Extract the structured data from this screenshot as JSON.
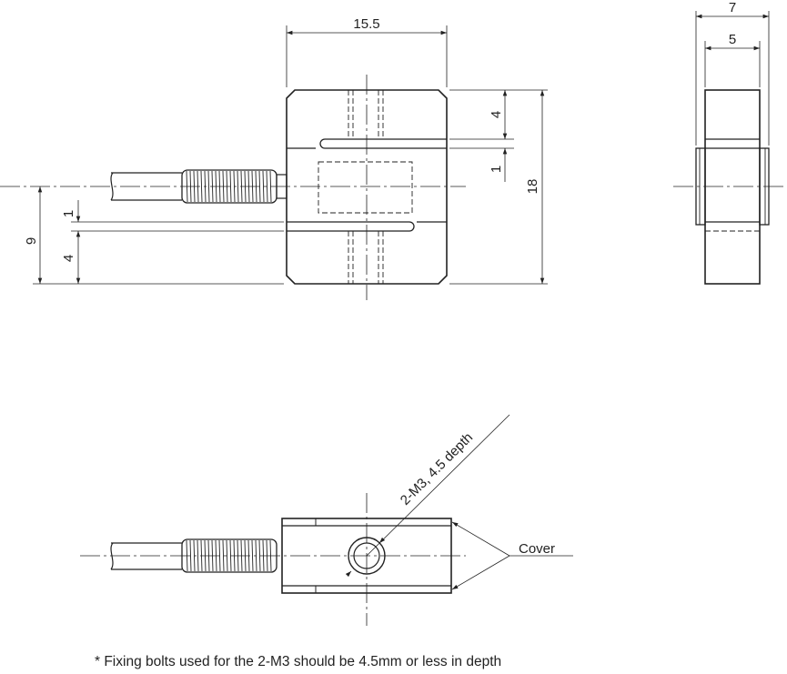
{
  "dimensions": {
    "width": "15.5",
    "side_outer": "7",
    "side_inner": "5",
    "slot_offset": "4",
    "slot_gap_upper": "1",
    "height": "18",
    "center_height": "9",
    "slot_gap_lower": "1",
    "bottom_offset": "4"
  },
  "labels": {
    "bolt": "2-M3, 4.5 depth",
    "cover": "Cover"
  },
  "note": "* Fixing bolts used for the 2-M3 should be 4.5mm or less in depth"
}
